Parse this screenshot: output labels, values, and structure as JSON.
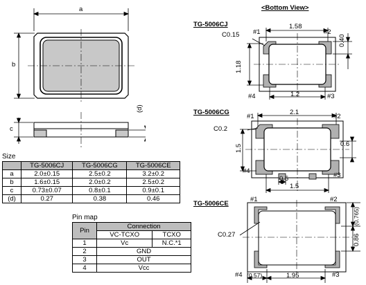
{
  "header": {
    "bottom_view": "<Bottom View>"
  },
  "dims_top": {
    "a": "a",
    "b": "b"
  },
  "dims_side": {
    "c": "c",
    "d": "(d)"
  },
  "size_table": {
    "caption": "Size",
    "columns": [
      "",
      "TG-5006CJ",
      "TG-5006CG",
      "TG-5006CE"
    ],
    "rows": [
      [
        "a",
        "2.0±0.15",
        "2.5±0.2",
        "3.2±0.2"
      ],
      [
        "b",
        "1.6±0.15",
        "2.0±0.2",
        "2.5±0.2"
      ],
      [
        "c",
        "0.73±0.07",
        "0.8±0.1",
        "0.9±0.1"
      ],
      [
        "(d)",
        "0.27",
        "0.38",
        "0.46"
      ]
    ]
  },
  "pin_map": {
    "caption": "Pin map",
    "pin_header": "Pin",
    "connection_header": "Connection",
    "sub_headers": [
      "VC-TCXO",
      "TCXO"
    ],
    "rows": [
      {
        "pin": "1",
        "vc": "Vc",
        "tcxo": "N.C.*1"
      },
      {
        "pin": "2",
        "both": "GND"
      },
      {
        "pin": "3",
        "both": "OUT"
      },
      {
        "pin": "4",
        "both": "Vcc"
      }
    ]
  },
  "cj": {
    "title": "TG-5006CJ",
    "pins": [
      "#1",
      "#2",
      "#3",
      "#4"
    ],
    "width_top": "1.58",
    "chamfer": "C0.15",
    "height_left": "1.18",
    "pad_height": "0.40",
    "width_bottom": "1.2"
  },
  "cg": {
    "title": "TG-5006CG",
    "pins": [
      "#1",
      "#2",
      "#3",
      "#4"
    ],
    "width_top": "2.1",
    "chamfer": "C0.2",
    "height_left": "1.5",
    "pad_height": "0.6",
    "pad_width": "0.5",
    "width_bottom": "1.5"
  },
  "ce": {
    "title": "TG-5006CE",
    "pins": [
      "#1",
      "#2",
      "#3",
      "#4"
    ],
    "chamfer": "C0.27",
    "dim_top_right": "(0.765)",
    "dim_right": "0.86",
    "dim_bottom_left": "(0.57)",
    "width_bottom": "1.95"
  }
}
